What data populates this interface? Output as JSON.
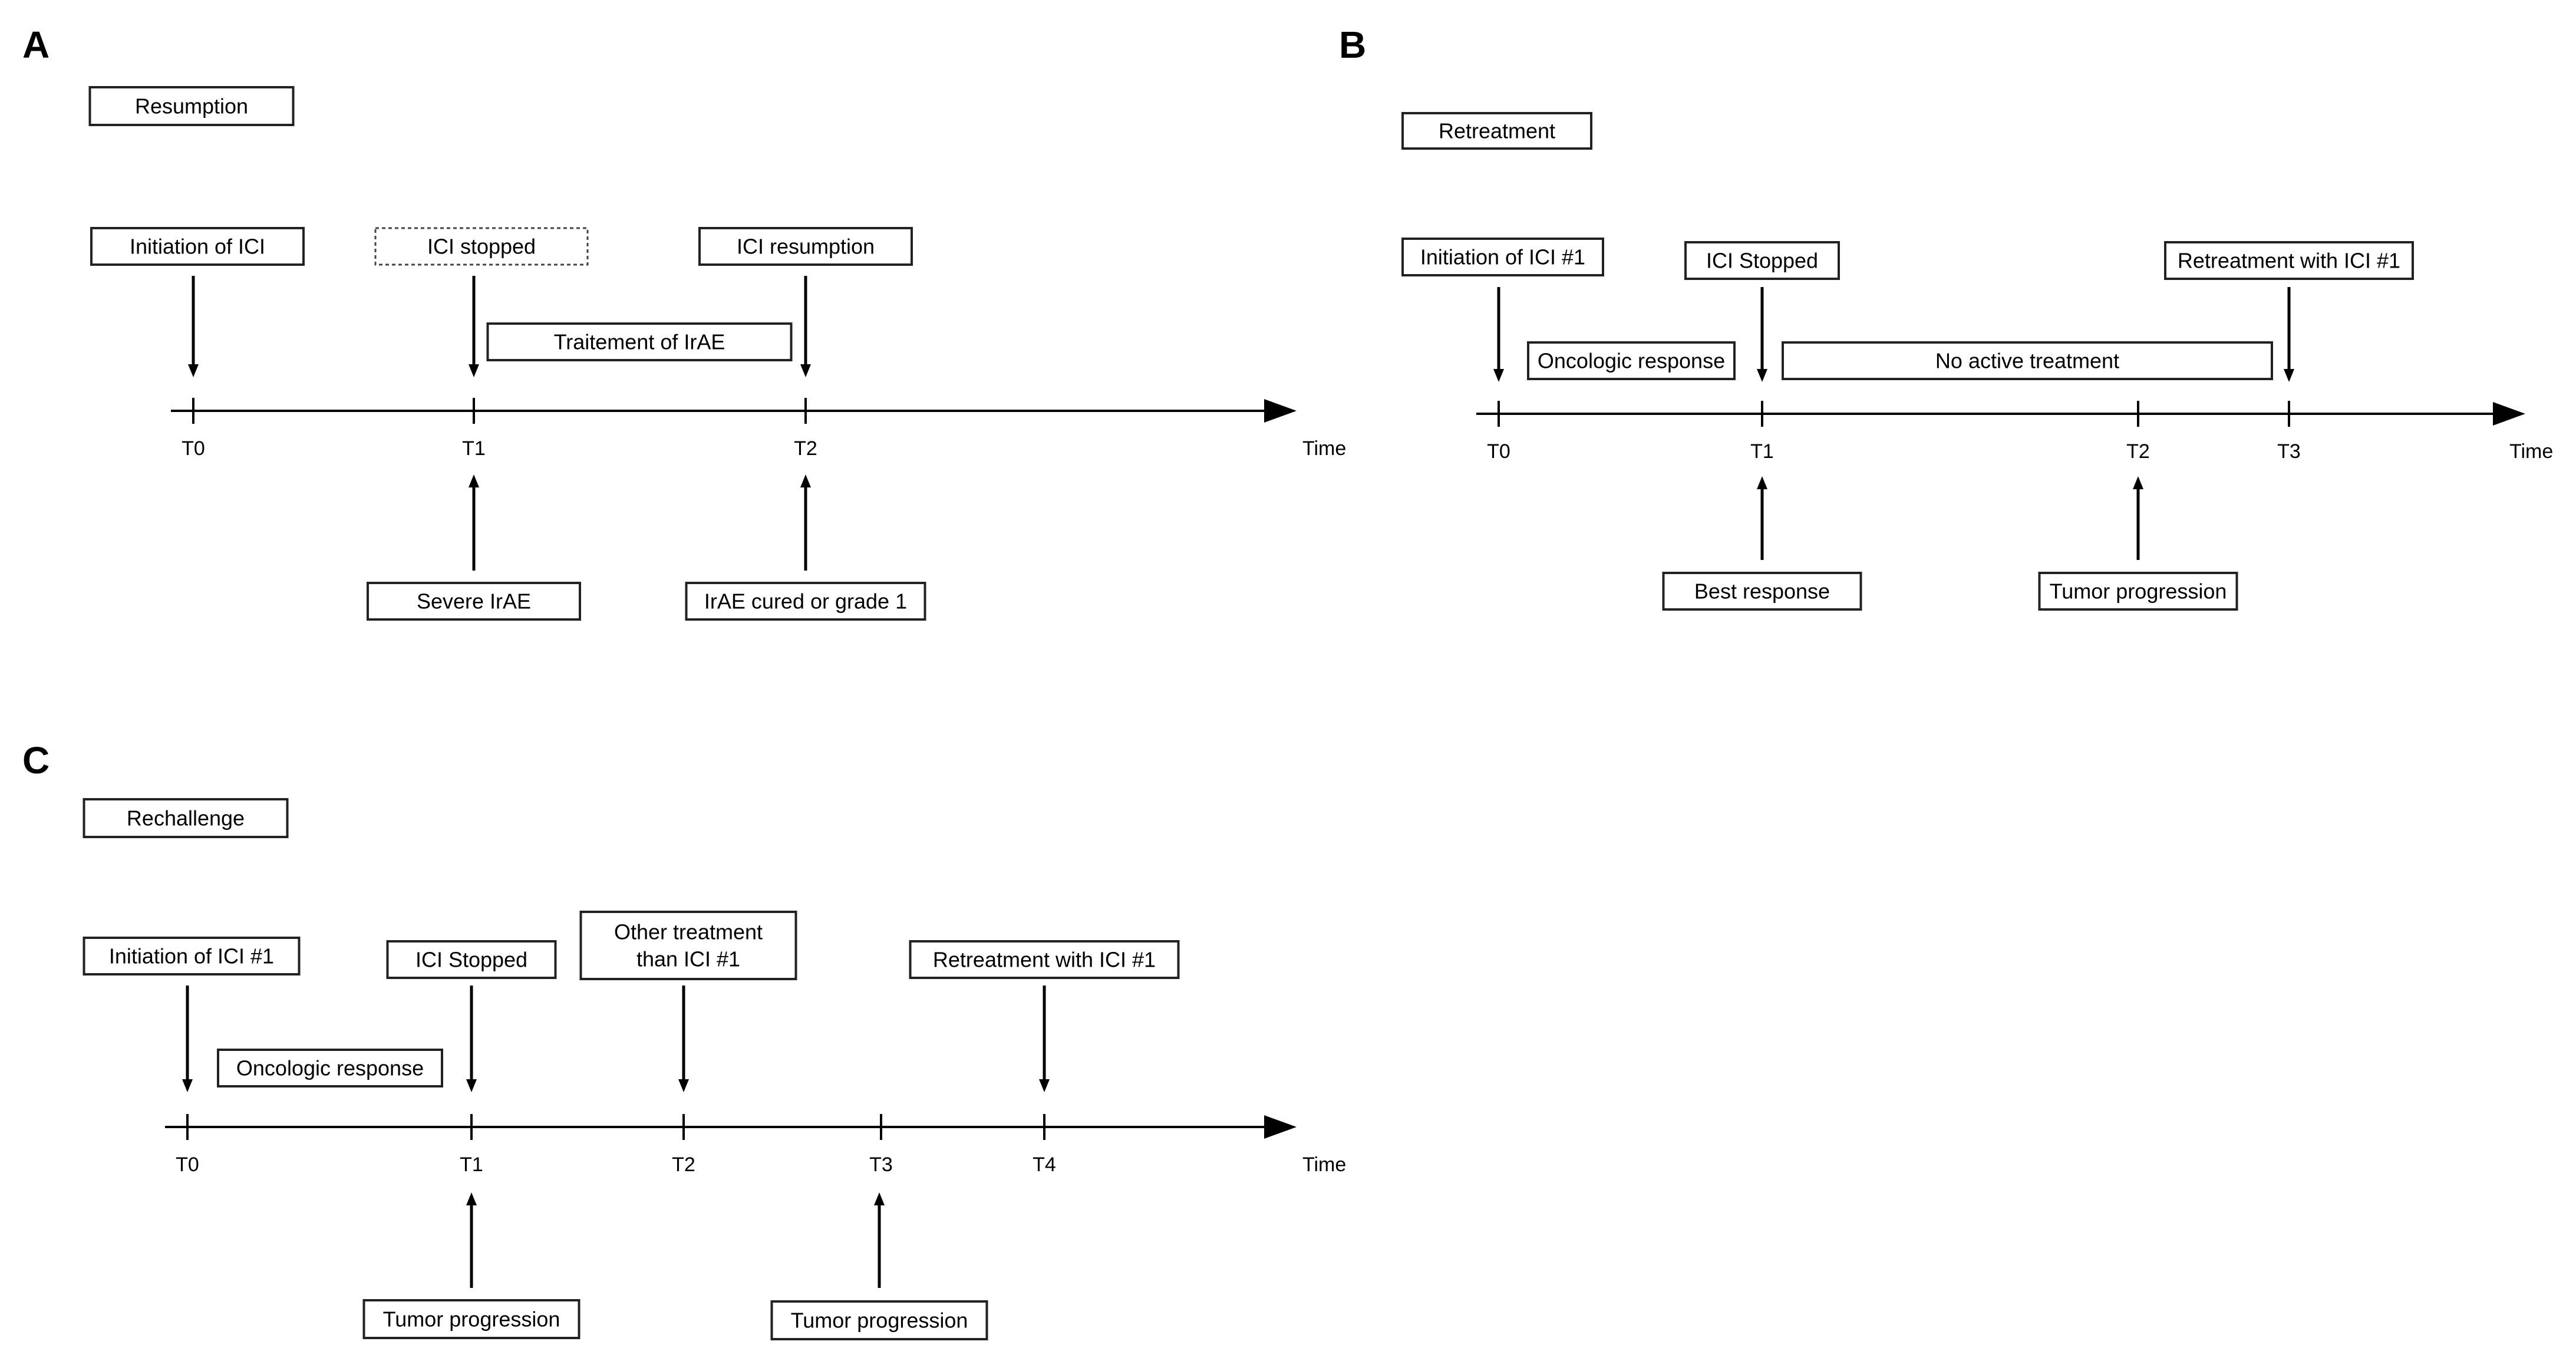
{
  "panels": [
    {
      "id": "A",
      "letter": "A",
      "heading": "Resumption",
      "axis_label": "Time",
      "ticks": [
        "T0",
        "T1",
        "T2"
      ],
      "top_labels": [
        "Initiation of ICI",
        "ICI stopped",
        "ICI resumption"
      ],
      "span_labels": [
        "Traitement of IrAE"
      ],
      "bottom_labels": [
        "Severe IrAE",
        "IrAE cured or grade 1"
      ]
    },
    {
      "id": "B",
      "letter": "B",
      "heading": "Retreatment",
      "axis_label": "Time",
      "ticks": [
        "T0",
        "T1",
        "T2",
        "T3"
      ],
      "top_labels": [
        "Initiation of ICI #1",
        "ICI Stopped",
        "Retreatment with ICI #1"
      ],
      "span_labels": [
        "Oncologic response",
        "No active treatment"
      ],
      "bottom_labels": [
        "Best response",
        "Tumor progression"
      ]
    },
    {
      "id": "C",
      "letter": "C",
      "heading": "Rechallenge",
      "axis_label": "Time",
      "ticks": [
        "T0",
        "T1",
        "T2",
        "T3",
        "T4"
      ],
      "top_labels": [
        "Initiation of ICI #1",
        "ICI Stopped",
        "Other treatment\nthan ICI #1",
        "Retreatment with ICI #1"
      ],
      "span_labels": [
        "Oncologic response"
      ],
      "bottom_labels": [
        "Tumor progression",
        "Tumor progression"
      ]
    }
  ]
}
